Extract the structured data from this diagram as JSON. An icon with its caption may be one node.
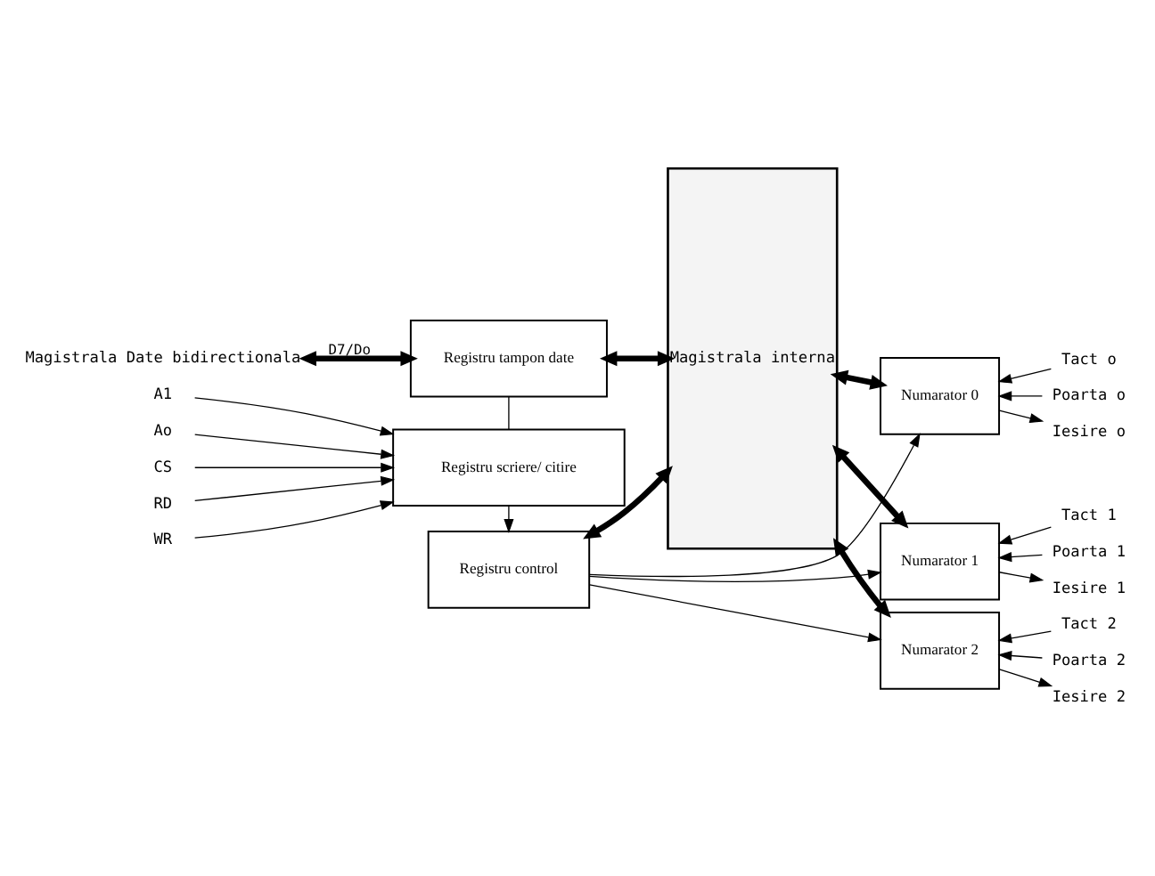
{
  "diagram": {
    "nodes": [
      {
        "text": [
          "Registru tampon date"
        ]
      },
      {
        "text": [
          "Numarator 0"
        ]
      },
      {
        "text": [
          "Tact o"
        ]
      },
      {
        "text": [
          "Poarta o"
        ]
      },
      {
        "text": [
          "Iesire o"
        ]
      },
      {
        "text": [
          "Magistrala interna"
        ]
      },
      {
        "text": [
          "RD"
        ]
      },
      {
        "text": [
          "WR"
        ]
      },
      {
        "text": [
          "Registru scriere/ citire"
        ]
      },
      {
        "text": [
          "A1"
        ]
      },
      {
        "text": [
          "Ao"
        ]
      },
      {
        "text": [
          "CS"
        ]
      },
      {
        "text": [
          "Numarator 1"
        ]
      },
      {
        "text": [
          "Tact 1"
        ]
      },
      {
        "text": [
          "Poarta 1"
        ]
      },
      {
        "text": [
          "Iesire 1"
        ]
      },
      {
        "text": [
          "Registru control"
        ]
      },
      {
        "text": [
          "Numarator 2"
        ]
      },
      {
        "text": [
          "Tact 2"
        ]
      },
      {
        "text": [
          "Poarta 2"
        ]
      },
      {
        "text": [
          "Iesire 2"
        ]
      },
      {
        "text": [
          "Magistrala Date bidirectionala"
        ]
      }
    ],
    "edges": [
      {
        "from": 21,
        "to": 0,
        "arrow": "both",
        "style": "thick",
        "label": "D7/Do"
      },
      {
        "from": 0,
        "to": 5,
        "arrow": "both",
        "style": "thick"
      },
      {
        "from": 0,
        "to": 8,
        "arrow": "none"
      },
      {
        "from": 6,
        "to": 8,
        "arrow": "to"
      },
      {
        "from": 7,
        "to": 8,
        "arrow": "to"
      },
      {
        "from": 9,
        "to": 8,
        "arrow": "to"
      },
      {
        "from": 10,
        "to": 8,
        "arrow": "to"
      },
      {
        "from": 11,
        "to": 8,
        "arrow": "to"
      },
      {
        "from": 8,
        "to": 16,
        "arrow": "to"
      },
      {
        "from": 5,
        "to": 16,
        "arrow": "both",
        "style": "thick"
      },
      {
        "from": 5,
        "to": 1,
        "arrow": "both",
        "style": "thick"
      },
      {
        "from": 5,
        "to": 12,
        "arrow": "both",
        "style": "thick"
      },
      {
        "from": 5,
        "to": 17,
        "arrow": "both",
        "style": "thick"
      },
      {
        "from": 16,
        "to": 1,
        "arrow": "to"
      },
      {
        "from": 16,
        "to": 12,
        "arrow": "to"
      },
      {
        "from": 16,
        "to": 17,
        "arrow": "to"
      },
      {
        "from": 2,
        "to": 1,
        "arrow": "to"
      },
      {
        "from": 3,
        "to": 1,
        "arrow": "to"
      },
      {
        "from": 1,
        "to": 4,
        "arrow": "to"
      },
      {
        "from": 13,
        "to": 12,
        "arrow": "to"
      },
      {
        "from": 14,
        "to": 12,
        "arrow": "to"
      },
      {
        "from": 12,
        "to": 15,
        "arrow": "to"
      },
      {
        "from": 18,
        "to": 17,
        "arrow": "to"
      },
      {
        "from": 19,
        "to": 17,
        "arrow": "to"
      },
      {
        "from": 17,
        "to": 20,
        "arrow": "to"
      }
    ]
  }
}
